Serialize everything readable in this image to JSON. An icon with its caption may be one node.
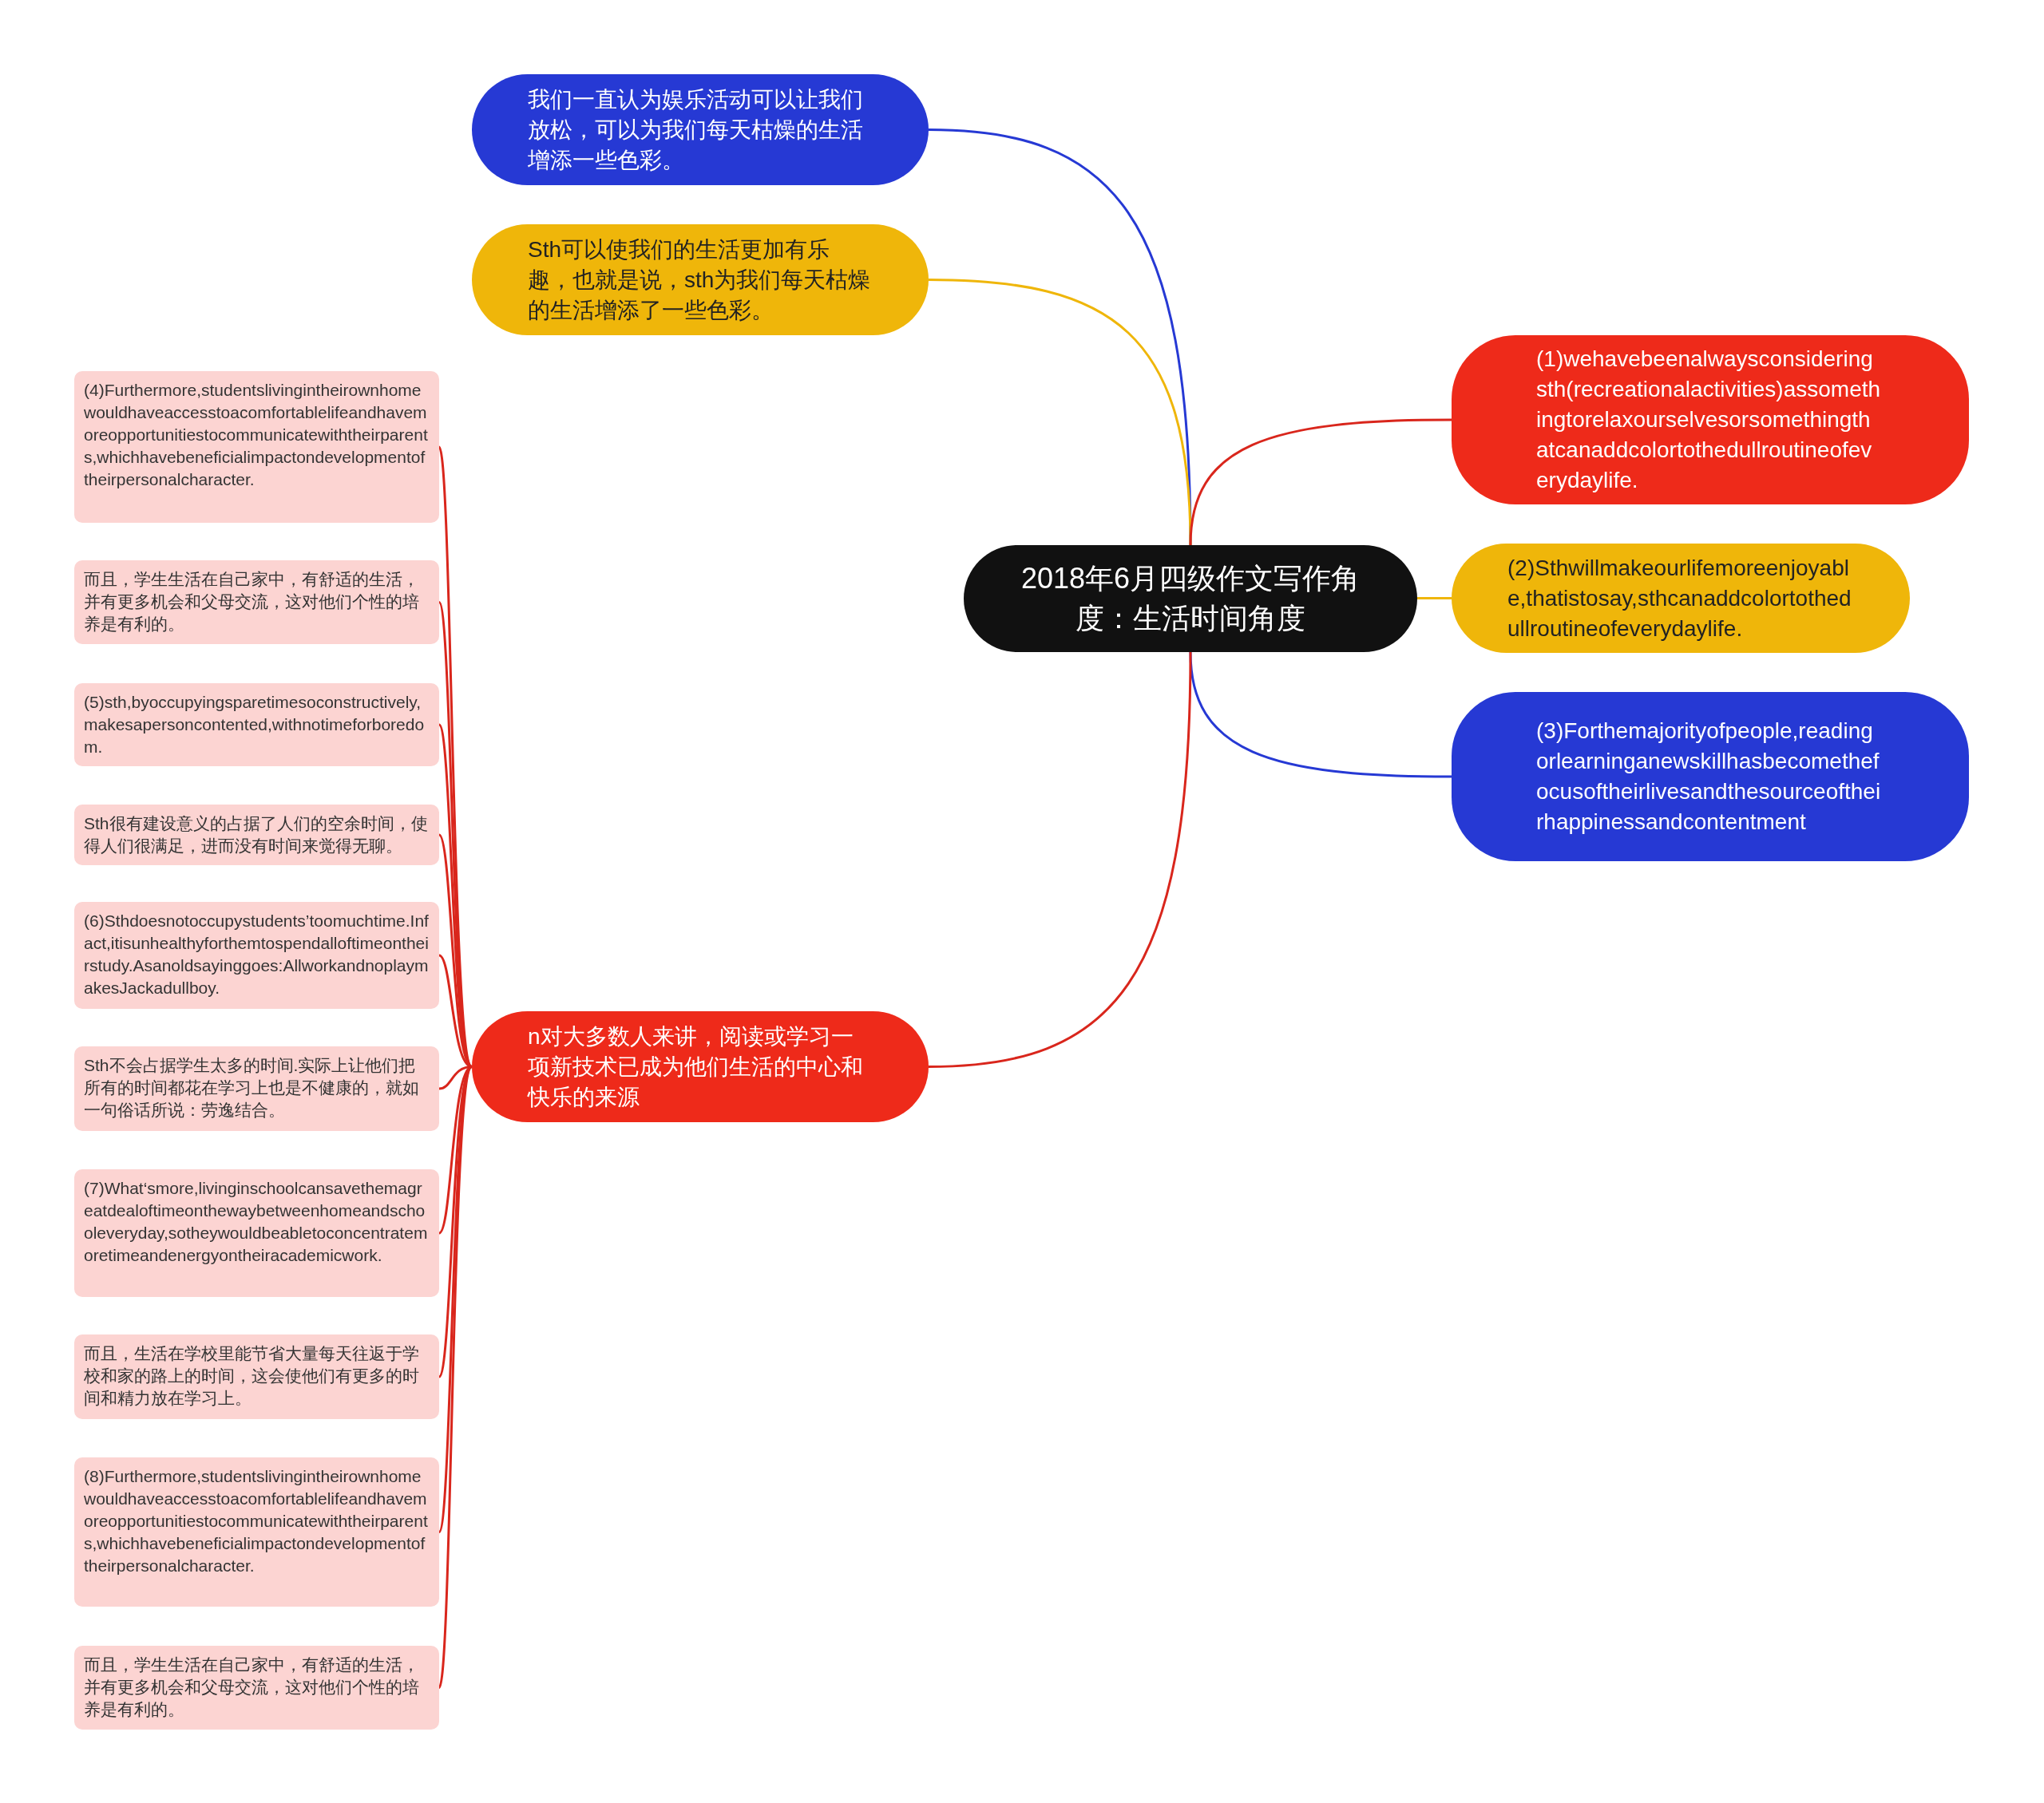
{
  "diagram": {
    "nodes": [
      {
        "text": [
          "2018年6月四级作文写作角度：生活时间角度"
        ]
      },
      {
        "text": [
          "我们一直认为娱乐活动可以让我们放松，可以为我们每天枯燥的生活增添一些色彩。"
        ]
      },
      {
        "text": [
          "Sth可以使我们的生活更加有乐趣，也就是说，sth为我们每天枯燥的生活增添了一些色彩。"
        ]
      },
      {
        "text": [
          "(1)wehavebeenalwaysconsideringsth(recreationalactivities)assomethingtorelaxourselvesorsomethingthatcanaddcolortothedullroutineofeverydaylife."
        ]
      },
      {
        "text": [
          "(2)Sthwillmakeourlifemoreenjoyable,thatistosay,sthcanaddcolortothedullroutineofeverydaylife."
        ]
      },
      {
        "text": [
          "(3)Forthemajorityofpeople,readingorlearninganewskillhasbecomethefocusoftheirlivesandthesourceoftheirhappinessandcontentment"
        ]
      },
      {
        "text": [
          "n对大多数人来讲，阅读或学习一项新技术已成为他们生活的中心和快乐的来源"
        ]
      },
      {
        "text": [
          "(4)Furthermore,studentslivingintheirownhomewouldhaveaccesstoacomfortablelifeandhavemoreopportunitiestocommunicatewiththeirparents,whichhavebeneficialimpactondevelopmentoftheirpersonalcharacter."
        ]
      },
      {
        "text": [
          "而且，学生生活在自己家中，有舒适的生活，并有更多机会和父母交流，这对他们个性的培养是有利的。"
        ]
      },
      {
        "text": [
          "(5)sth,byoccupyingsparetimesoconstructively,makesapersoncontented,withnotimeforboredom."
        ]
      },
      {
        "text": [
          "Sth很有建设意义的占据了人们的空余时间，使得人们很满足，进而没有时间来觉得无聊。"
        ]
      },
      {
        "text": [
          "(6)Sthdoesnotoccupystudents’toomuchtime.Infact,itisunhealthyforthemtospendalloftimeontheirstudy.Asanoldsayinggoes:AllworkandnoplaymakesJackadullboy."
        ]
      },
      {
        "text": [
          "Sth不会占据学生太多的时间.实际上让他们把所有的时间都花在学习上也是不健康的，就如一句俗话所说：劳逸结合。"
        ]
      },
      {
        "text": [
          "(7)What‘smore,livinginschoolcansavethemagreatdealoftimeonthewaybetweenhomeandschooleveryday,sotheywouldbeabletoconcentratemoretimeandenergyontheiracademicwork."
        ]
      },
      {
        "text": [
          "而且，生活在学校里能节省大量每天往返于学校和家的路上的时间，这会使他们有更多的时间和精力放在学习上。"
        ]
      },
      {
        "text": [
          "(8)Furthermore,studentslivingintheirownhomewouldhaveaccesstoacomfortablelifeandhavemoreopportunitiestocommunicatewiththeirparents,whichhavebeneficialimpactondevelopmentoftheirpersonalcharacter."
        ]
      },
      {
        "text": [
          "而且，学生生活在自己家中，有舒适的生活，并有更多机会和父母交流，这对他们个性的培养是有利的。"
        ]
      }
    ],
    "edges": [
      {
        "from": 0,
        "to": 1,
        "arrow": "none",
        "color": "#2639d4"
      },
      {
        "from": 0,
        "to": 2,
        "arrow": "none",
        "color": "#efb60a"
      },
      {
        "from": 0,
        "to": 3,
        "arrow": "none"
      },
      {
        "from": 0,
        "to": 4,
        "arrow": "none",
        "color": "#efb60a"
      },
      {
        "from": 0,
        "to": 5,
        "arrow": "none",
        "color": "#2639d4"
      },
      {
        "from": 0,
        "to": 6,
        "arrow": "none"
      },
      {
        "from": 6,
        "to": 7,
        "arrow": "none"
      },
      {
        "from": 6,
        "to": 8,
        "arrow": "none"
      },
      {
        "from": 6,
        "to": 9,
        "arrow": "none"
      },
      {
        "from": 6,
        "to": 10,
        "arrow": "none"
      },
      {
        "from": 6,
        "to": 11,
        "arrow": "none"
      },
      {
        "from": 6,
        "to": 12,
        "arrow": "none"
      },
      {
        "from": 6,
        "to": 13,
        "arrow": "none"
      },
      {
        "from": 6,
        "to": 14,
        "arrow": "none"
      },
      {
        "from": 6,
        "to": 15,
        "arrow": "none"
      },
      {
        "from": 6,
        "to": 16,
        "arrow": "none"
      }
    ]
  }
}
